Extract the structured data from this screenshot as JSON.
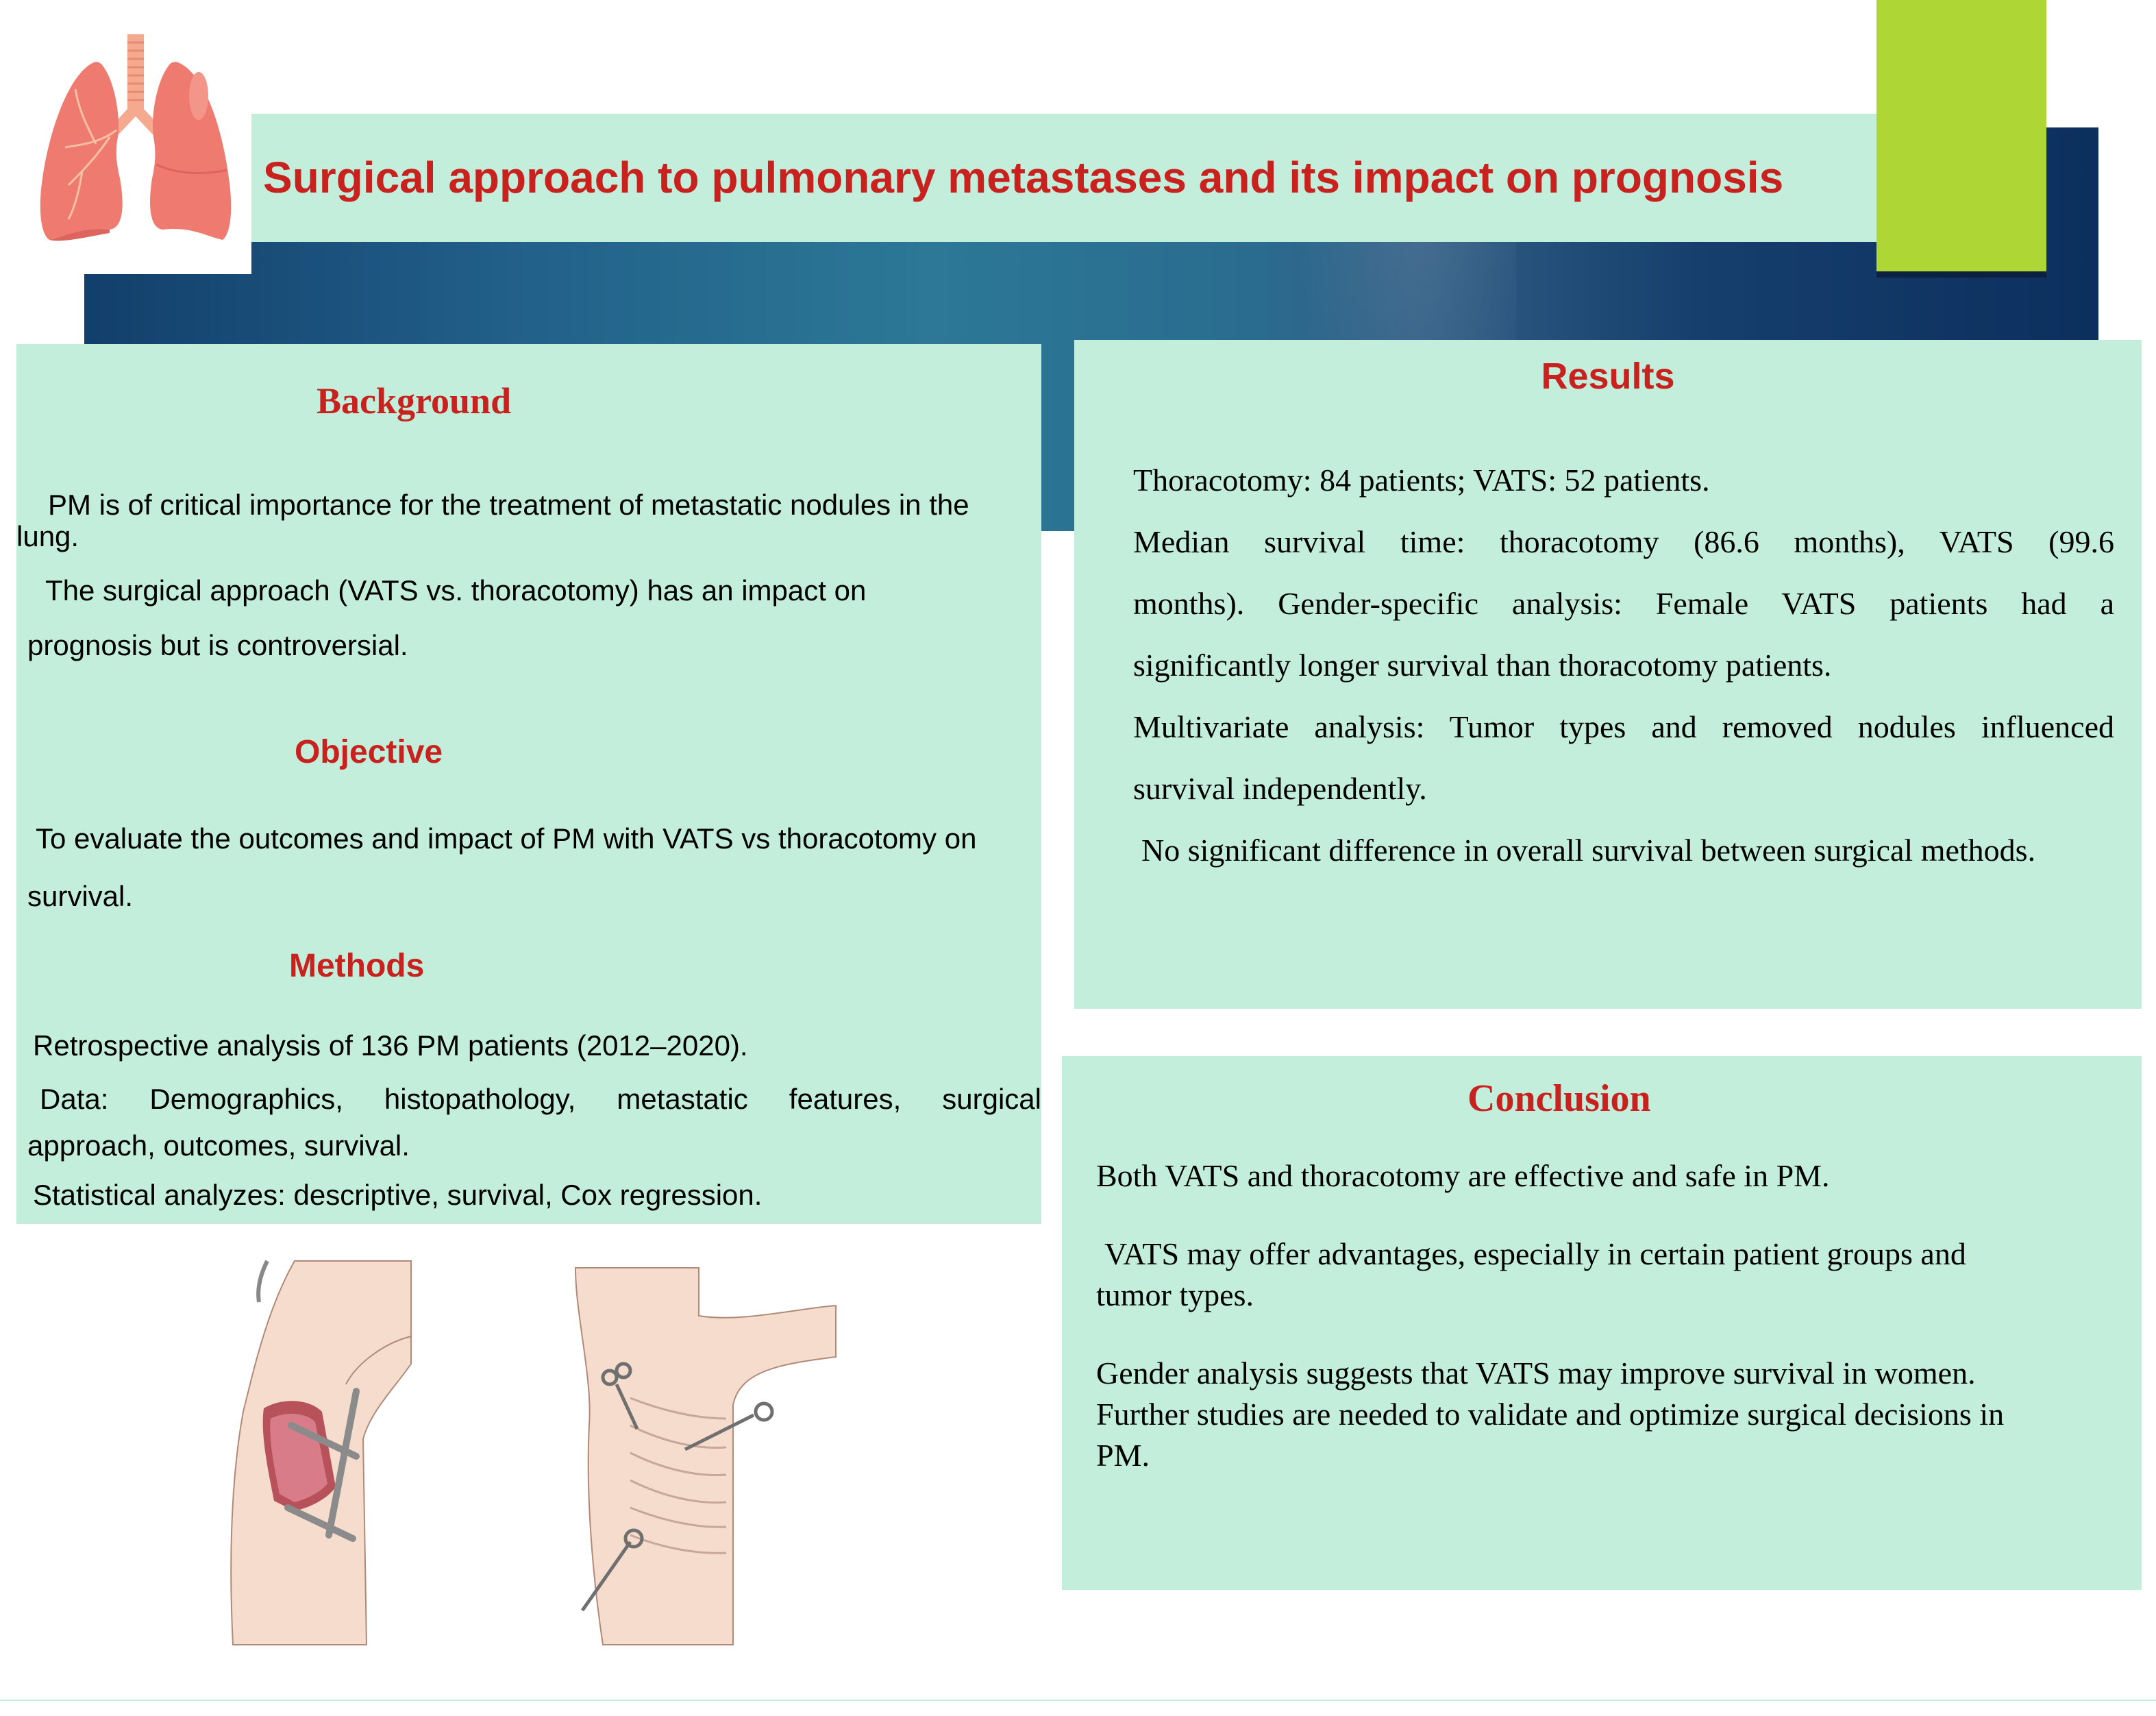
{
  "poster": {
    "title": "Surgical approach to pulmonary metastases and its impact on prognosis",
    "colors": {
      "mint_panel": "#c2eedb",
      "heading_red": "#c8211e",
      "navy_band": "#0c2f5e",
      "teal_band": "#2c7896",
      "lime_accent": "#aed635"
    },
    "icons": {
      "header": "lungs-icon",
      "figure": "thoracotomy-vs-vats-illustration"
    }
  },
  "background": {
    "heading": "Background",
    "paragraphs": [
      "PM is of critical importance for the treatment of metastatic nodules in the lung.",
      "The surgical approach (VATS vs. thoracotomy) has an impact on",
      "prognosis but is controversial."
    ]
  },
  "objective": {
    "heading": "Objective",
    "line1": "To evaluate the outcomes and impact of PM with VATS vs thoracotomy on",
    "line2": "survival."
  },
  "methods": {
    "heading": "Methods",
    "items": [
      "Retrospective analysis of 136 PM patients (2012–2020).",
      "Data: Demographics, histopathology, metastatic features, surgical",
      "approach, outcomes, survival.",
      "Statistical analyzes: descriptive, survival, Cox regression."
    ]
  },
  "results": {
    "heading": "Results",
    "lines": [
      "Thoracotomy: 84 patients; VATS: 52 patients.",
      "Median survival time: thoracotomy (86.6 months), VATS (99.6",
      "months). Gender-specific analysis: Female VATS patients had a",
      "significantly longer survival than thoracotomy patients.",
      "Multivariate analysis: Tumor types and removed nodules influenced",
      "survival independently.",
      "No significant difference in overall survival between surgical methods."
    ],
    "stats": {
      "thoracotomy_patients": 84,
      "vats_patients": 52,
      "median_survival_thoracotomy_months": 86.6,
      "median_survival_vats_months": 99.6
    }
  },
  "conclusion": {
    "heading": "Conclusion",
    "lines": [
      "Both VATS and thoracotomy are effective and safe in PM.",
      "VATS may offer advantages, especially in certain patient groups and",
      "tumor types.",
      "Gender analysis suggests that VATS may improve survival in women.",
      "Further studies are needed to validate and optimize surgical decisions in",
      "PM."
    ]
  }
}
